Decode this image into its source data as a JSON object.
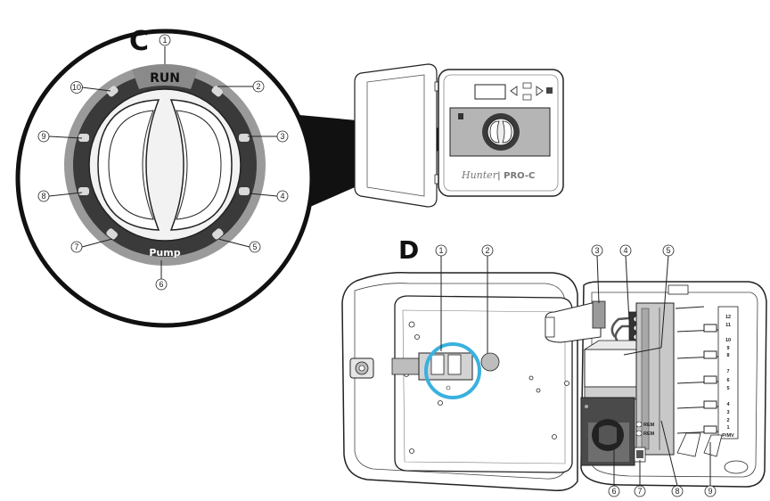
{
  "figure_c": {
    "letter": "C",
    "dial_run": "RUN",
    "dial_pump": "Pump",
    "callouts": [
      "1",
      "2",
      "3",
      "4",
      "5",
      "6",
      "7",
      "8",
      "9",
      "10"
    ]
  },
  "figure_d": {
    "letter": "D",
    "callouts": [
      "1",
      "2",
      "3",
      "4",
      "5",
      "6",
      "7",
      "8",
      "9"
    ],
    "zone_numbers": [
      "12",
      "11",
      "10",
      "9",
      "8",
      "7",
      "6",
      "5",
      "4",
      "3",
      "2",
      "1",
      "P/MV"
    ],
    "terminal_labels": [
      "REM",
      "REM"
    ]
  },
  "controller": {
    "brand": "Hunter",
    "model": "| PRO-C"
  }
}
